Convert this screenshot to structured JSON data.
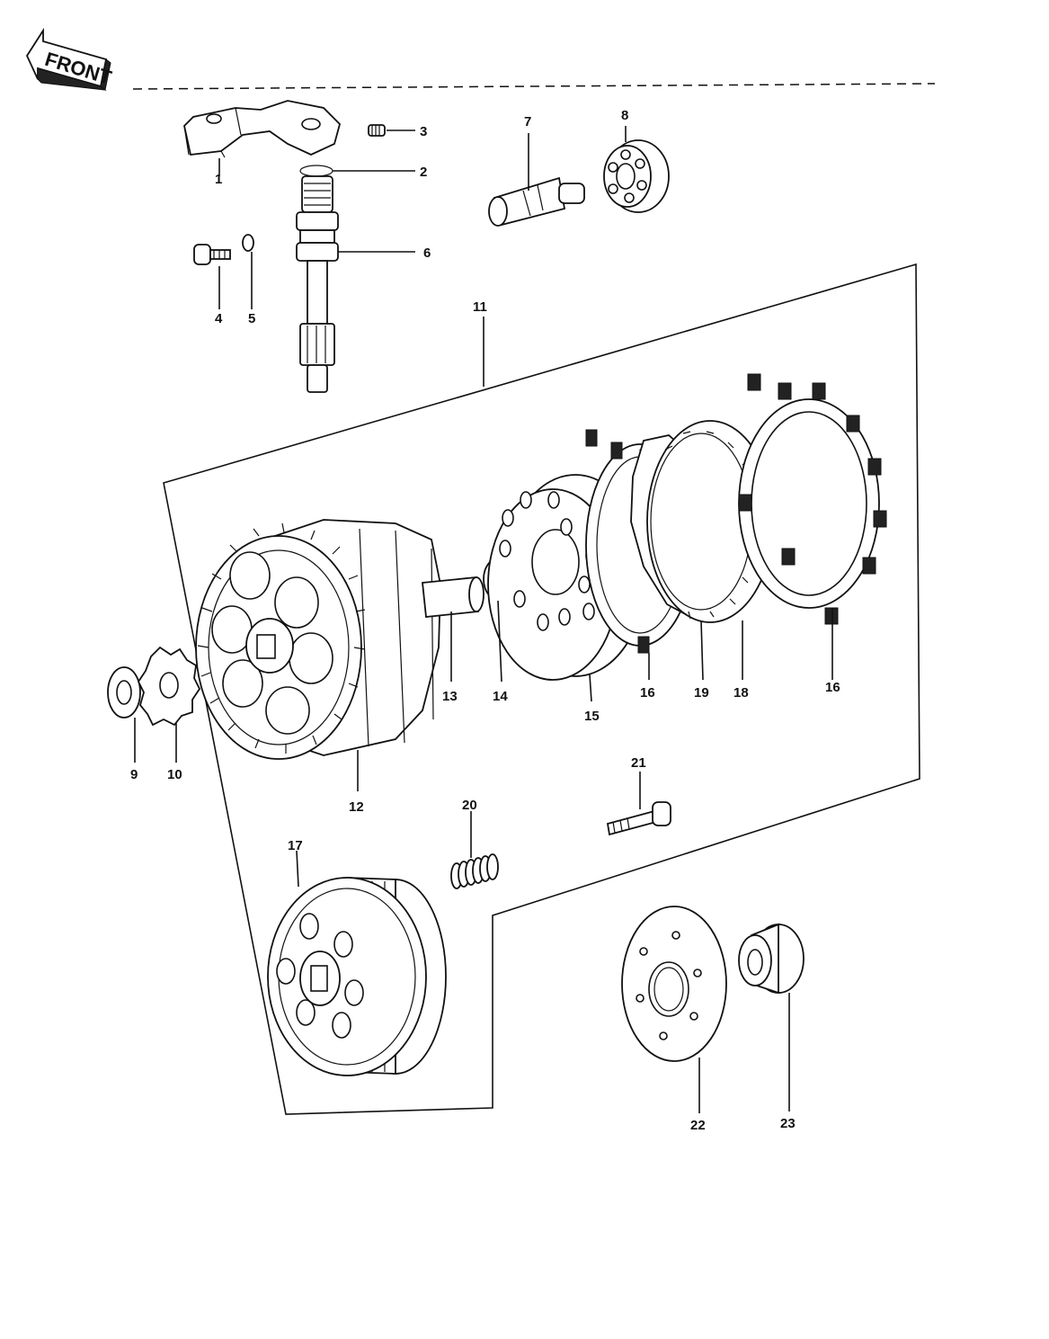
{
  "direction_arrow": {
    "label": "FRONT"
  },
  "parts": [
    {
      "id": "p1",
      "number": "1",
      "name": "bracket-arm-icon"
    },
    {
      "id": "p2",
      "number": "2",
      "name": "circlip-icon"
    },
    {
      "id": "p3",
      "number": "3",
      "name": "set-screw-icon"
    },
    {
      "id": "p4",
      "number": "4",
      "name": "bolt-icon"
    },
    {
      "id": "p5",
      "number": "5",
      "name": "washer-icon"
    },
    {
      "id": "p6",
      "number": "6",
      "name": "release-shaft-icon"
    },
    {
      "id": "p7",
      "number": "7",
      "name": "push-rod-icon"
    },
    {
      "id": "p8",
      "number": "8",
      "name": "ball-bearing-icon"
    },
    {
      "id": "p9",
      "number": "9",
      "name": "washer-icon"
    },
    {
      "id": "p10",
      "number": "10",
      "name": "sprocket-gear-icon"
    },
    {
      "id": "p11",
      "number": "11",
      "name": "assembly-group-icon"
    },
    {
      "id": "p12",
      "number": "12",
      "name": "clutch-housing-icon"
    },
    {
      "id": "p13",
      "number": "13",
      "name": "sleeve-icon"
    },
    {
      "id": "p14",
      "number": "14",
      "name": "thrust-washer-icon"
    },
    {
      "id": "p15",
      "number": "15",
      "name": "pressure-plate-icon"
    },
    {
      "id": "p16a",
      "number": "16",
      "name": "friction-plate-icon"
    },
    {
      "id": "p16b",
      "number": "16",
      "name": "friction-plate-icon"
    },
    {
      "id": "p17",
      "number": "17",
      "name": "steel-plate-icon"
    },
    {
      "id": "p18",
      "number": "18",
      "name": "spring-plate-icon"
    },
    {
      "id": "p19",
      "number": "19",
      "name": "clutch-hub-icon"
    },
    {
      "id": "p20",
      "number": "20",
      "name": "clutch-spring-icon"
    },
    {
      "id": "p21",
      "number": "21",
      "name": "bolt-icon"
    },
    {
      "id": "p22",
      "number": "22",
      "name": "plate-icon"
    },
    {
      "id": "p23",
      "number": "23",
      "name": "bushing-icon"
    }
  ]
}
